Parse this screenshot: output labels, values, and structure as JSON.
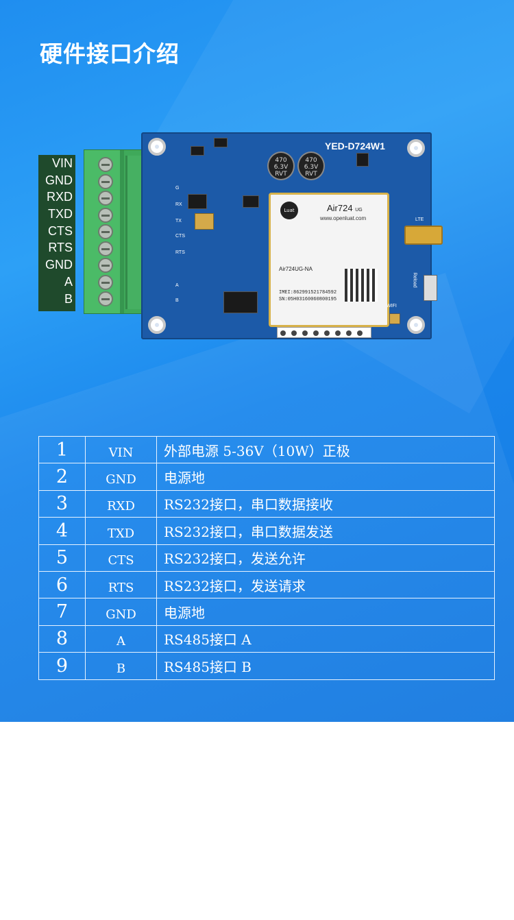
{
  "title": "硬件接口介绍",
  "board": {
    "name": "YED-D724W1",
    "module_model": "Air724",
    "module_suffix": "UG",
    "module_url": "www.openluat.com",
    "module_logo": "Luat",
    "module_part": "Air724UG-NA",
    "imei": "IMEI:862991521784592",
    "sn": "SN:05H03160060800195",
    "cap_label": "470 6.3V RVT",
    "antenna_label": "LTE",
    "button_label": "Reload",
    "wifi_label": "WIFI",
    "silk_labels": [
      "G",
      "RX",
      "TX",
      "CTS",
      "RTS",
      "A",
      "B"
    ]
  },
  "pin_labels": [
    "VIN",
    "GND",
    "RXD",
    "TXD",
    "CTS",
    "RTS",
    "GND",
    "A",
    "B"
  ],
  "table": {
    "rows": [
      {
        "num": "1",
        "signal": "VIN",
        "desc": "外部电源 5-36V（10W）正极"
      },
      {
        "num": "2",
        "signal": "GND",
        "desc": "电源地"
      },
      {
        "num": "3",
        "signal": "RXD",
        "desc": "RS232接口，串口数据接收"
      },
      {
        "num": "4",
        "signal": "TXD",
        "desc": "RS232接口，串口数据发送"
      },
      {
        "num": "5",
        "signal": "CTS",
        "desc": "RS232接口，发送允许"
      },
      {
        "num": "6",
        "signal": "RTS",
        "desc": "RS232接口，发送请求"
      },
      {
        "num": "7",
        "signal": "GND",
        "desc": "电源地"
      },
      {
        "num": "8",
        "signal": "A",
        "desc": "RS485接口 A"
      },
      {
        "num": "9",
        "signal": "B",
        "desc": "RS485接口 B"
      }
    ]
  },
  "colors": {
    "background": "#1f8ef0",
    "pcb": "#1c5aa8",
    "terminal": "#3fa95a",
    "pin_label_bg": "#1f4a2c"
  }
}
